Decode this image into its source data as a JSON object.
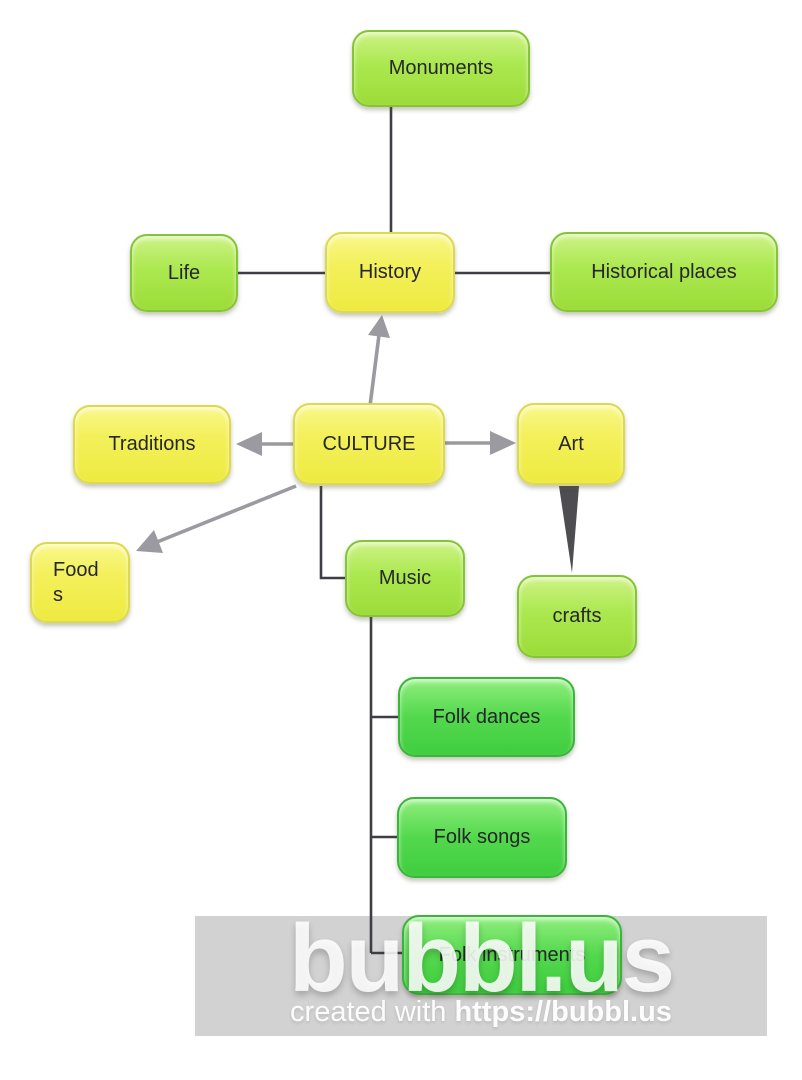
{
  "app": {
    "name": "bubbl.us mind map"
  },
  "nodes": {
    "monuments": {
      "label": "Monuments",
      "color": "green-light"
    },
    "life": {
      "label": "Life",
      "color": "green-light"
    },
    "history": {
      "label": "History",
      "color": "yellow"
    },
    "historical": {
      "label": "Historical places",
      "color": "green-light"
    },
    "traditions": {
      "label": "Traditions",
      "color": "yellow"
    },
    "culture": {
      "label": "CULTURE",
      "color": "yellow"
    },
    "art": {
      "label": "Art",
      "color": "yellow"
    },
    "foods": {
      "label": "Food\ns",
      "color": "yellow"
    },
    "music": {
      "label": "Music",
      "color": "green-light"
    },
    "crafts": {
      "label": "crafts",
      "color": "green-light"
    },
    "dances": {
      "label": "Folk dances",
      "color": "green-bright"
    },
    "songs": {
      "label": "Folk songs",
      "color": "green-bright"
    },
    "instruments": {
      "label": "Folk instruments",
      "color": "green-bright"
    }
  },
  "edges": [
    {
      "from": "Monuments",
      "to": "History",
      "type": "line"
    },
    {
      "from": "Life",
      "to": "History",
      "type": "line"
    },
    {
      "from": "History",
      "to": "Historical places",
      "type": "line"
    },
    {
      "from": "CULTURE",
      "to": "History",
      "type": "arrow"
    },
    {
      "from": "CULTURE",
      "to": "Traditions",
      "type": "arrow"
    },
    {
      "from": "CULTURE",
      "to": "Art",
      "type": "arrow"
    },
    {
      "from": "CULTURE",
      "to": "Foods",
      "type": "arrow"
    },
    {
      "from": "CULTURE",
      "to": "Music",
      "type": "elbow"
    },
    {
      "from": "Art",
      "to": "crafts",
      "type": "tapered-wedge"
    },
    {
      "from": "Music",
      "to": "Folk dances",
      "type": "elbow"
    },
    {
      "from": "Music",
      "to": "Folk songs",
      "type": "elbow"
    },
    {
      "from": "Music",
      "to": "Folk instruments",
      "type": "elbow"
    }
  ],
  "colors": {
    "node_yellow": "#f2ee4e",
    "node_green_light": "#a6e43e",
    "node_green_bright": "#4ccf45",
    "connector_dark": "#3e3e44",
    "connector_gray": "#9a9aa0",
    "watermark_band": "#d2d2d2",
    "text": "#26262b"
  },
  "watermark": {
    "logo": "bubbl.us",
    "credit_prefix": "created with ",
    "credit_url": "https://bubbl.us"
  }
}
